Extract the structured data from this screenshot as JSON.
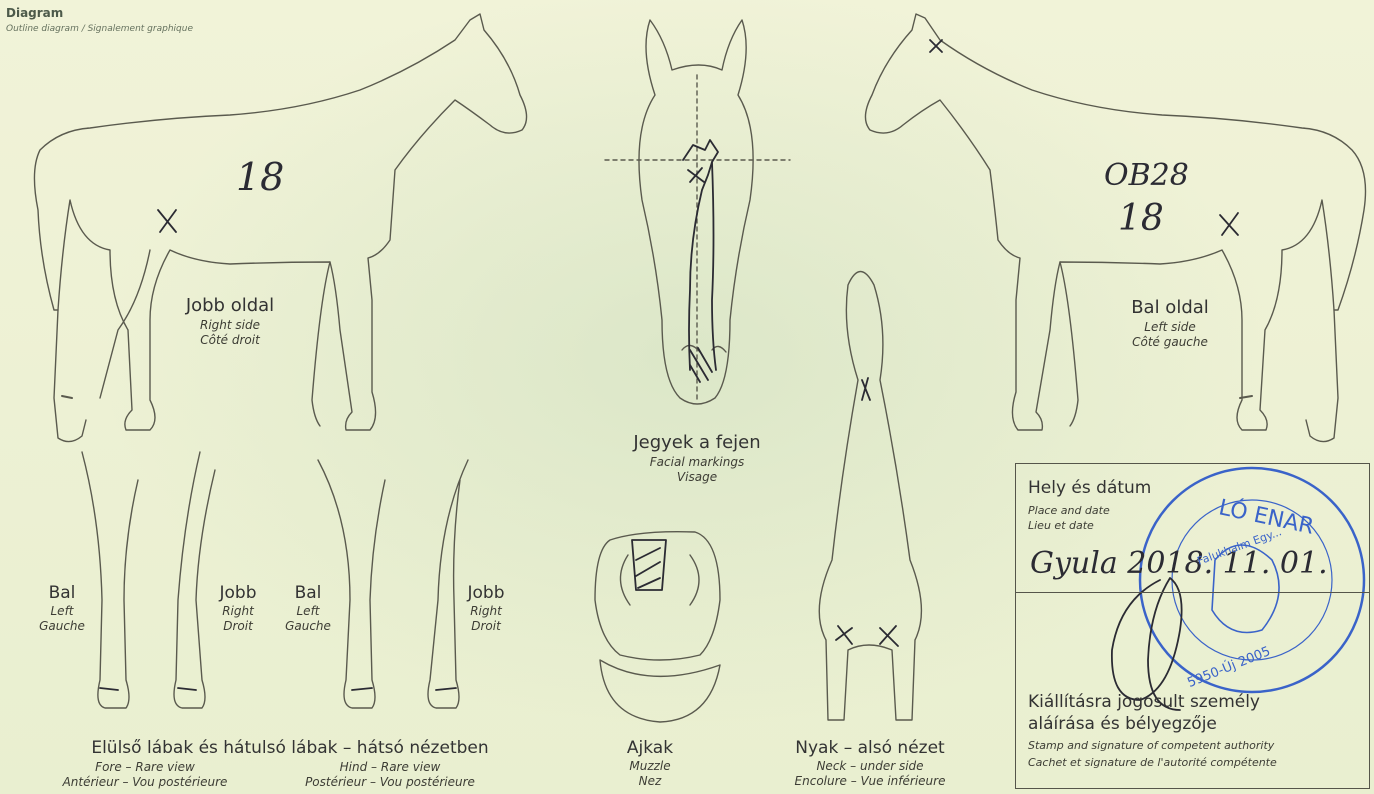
{
  "header": {
    "title": "Diagram",
    "subtitle": "Outline diagram / Signalement graphique"
  },
  "right_side": {
    "hu": "Jobb oldal",
    "en": "Right side",
    "fr": "Côté droit",
    "number": "18"
  },
  "left_side": {
    "hu": "Bal oldal",
    "en": "Left side",
    "fr": "Côté gauche",
    "code": "OB28",
    "number": "18"
  },
  "facial": {
    "hu": "Jegyek a fejen",
    "en": "Facial markings",
    "fr": "Visage"
  },
  "legs": {
    "fore_left": {
      "hu": "Bal",
      "en": "Left",
      "fr": "Gauche"
    },
    "fore_right": {
      "hu": "Jobb",
      "en": "Right",
      "fr": "Droit"
    },
    "hind_left": {
      "hu": "Bal",
      "en": "Left",
      "fr": "Gauche"
    },
    "hind_right": {
      "hu": "Jobb",
      "en": "Right",
      "fr": "Droit"
    },
    "caption_hu": "Elülső lábak és hátulsó lábak – hátsó nézetben",
    "fore_en": "Fore – Rare view",
    "fore_fr": "Antérieur – Vou postérieure",
    "hind_en": "Hind – Rare view",
    "hind_fr": "Postérieur – Vou postérieure"
  },
  "muzzle": {
    "hu": "Ajkak",
    "en": "Muzzle",
    "fr": "Nez"
  },
  "neck": {
    "hu": "Nyak – alsó nézet",
    "en": "Neck – under side",
    "fr": "Encolure – Vue inférieure"
  },
  "place_date": {
    "hu": "Hely és dátum",
    "en": "Place and date",
    "fr": "Lieu et date",
    "handwritten": "Gyula 2018. 11. 01."
  },
  "authority": {
    "hu_1": "Kiállításra jogosult személy",
    "hu_2": "aláírása és bélyegzője",
    "en": "Stamp and signature of competent authority",
    "fr": "Cachet et signature de l'autorité compétente"
  },
  "stamp": {
    "org": "LÓ ENAR",
    "sub": "Falukhalm Egy...",
    "bottom": "5950-Új 2005",
    "color": "#3a63c9"
  },
  "ink_color": "#2b2b33"
}
